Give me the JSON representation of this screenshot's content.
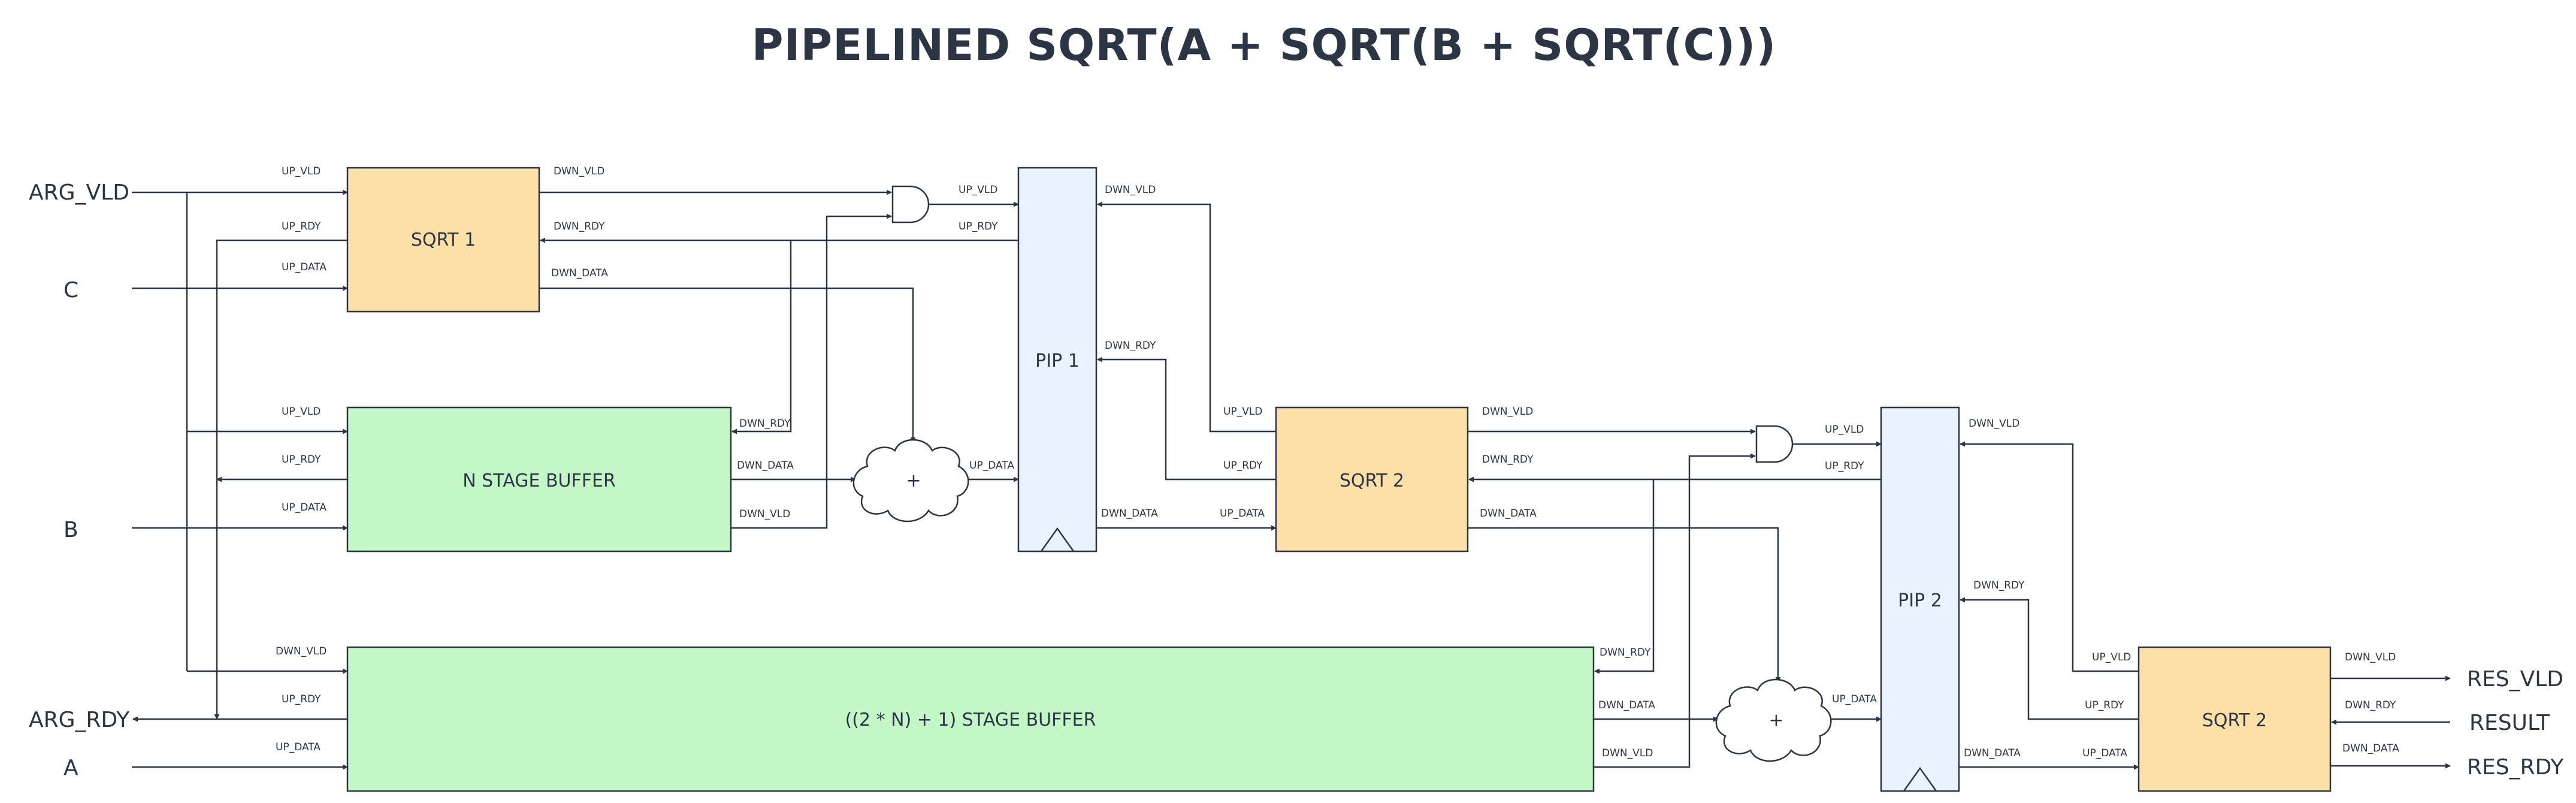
{
  "title": "PIPELINED SQRT(A + SQRT(B + SQRT(C)))",
  "ports": {
    "arg_vld": "ARG_VLD",
    "c": "C",
    "b": "B",
    "arg_rdy": "ARG_RDY",
    "a": "A",
    "res_vld": "RES_VLD",
    "result": "RESULT",
    "res_rdy": "RES_RDY"
  },
  "blocks": {
    "sqrt1": "SQRT 1",
    "buffer_n": "N STAGE BUFFER",
    "pip1": "PIP 1",
    "sqrt2_mid": "SQRT 2",
    "buffer_2n1": "((2 * N) + 1) STAGE BUFFER",
    "pip2": "PIP 2",
    "sqrt2_out": "SQRT 2"
  },
  "operators": {
    "adder": "+"
  },
  "signals": {
    "up_vld": "UP_VLD",
    "up_rdy": "UP_RDY",
    "up_data": "UP_DATA",
    "dwn_vld": "DWN_VLD",
    "dwn_rdy": "DWN_RDY",
    "dwn_data": "DWN_DATA"
  },
  "colors": {
    "sqrt_fill": "#fde0a8",
    "buffer_fill": "#c3f7c8",
    "pipe_fill": "#e9f3ff",
    "stroke": "#2b3544"
  }
}
